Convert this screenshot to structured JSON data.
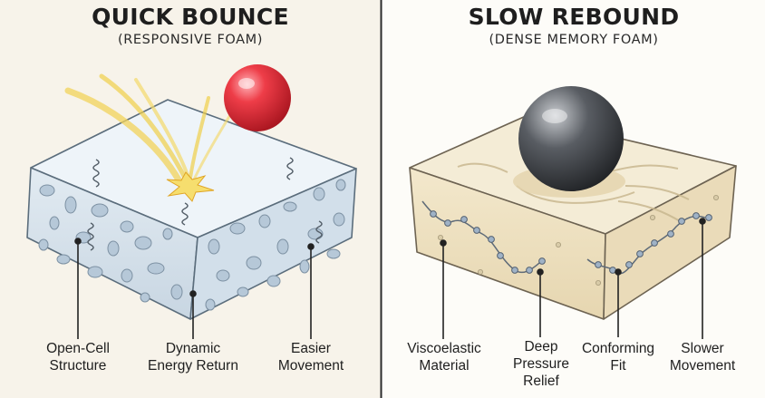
{
  "left_panel": {
    "title": "QUICK BOUNCE",
    "subtitle": "(RESPONSIVE FOAM)",
    "labels": [
      [
        "Open-Cell",
        "Structure"
      ],
      [
        "Dynamic",
        "Energy Return"
      ],
      [
        "Easier",
        "Movement"
      ]
    ],
    "colors": {
      "background": "#f7f3ea",
      "foam_top": "#eef4f9",
      "foam_side": "#d5e2ec",
      "ball": "#e0303c",
      "burst": "#f0cf49"
    }
  },
  "right_panel": {
    "title": "SLOW REBOUND",
    "subtitle": "(DENSE MEMORY FOAM)",
    "labels": [
      [
        "Viscoelastic",
        "Material"
      ],
      [
        "Deep",
        "Pressure",
        "Relief"
      ],
      [
        "Conforming",
        "Fit"
      ],
      [
        "Slower",
        "Movement"
      ]
    ],
    "colors": {
      "background": "#fdfcf8",
      "foam_top": "#f4ecd6",
      "foam_side": "#ebdfc0",
      "ball": "#4a4d52",
      "chain": "#7d8fa3"
    }
  },
  "icons": [
    "bouncing-ball-icon",
    "heavy-ball-icon",
    "spring-icon",
    "impact-burst-icon",
    "molecule-chain-icon"
  ]
}
